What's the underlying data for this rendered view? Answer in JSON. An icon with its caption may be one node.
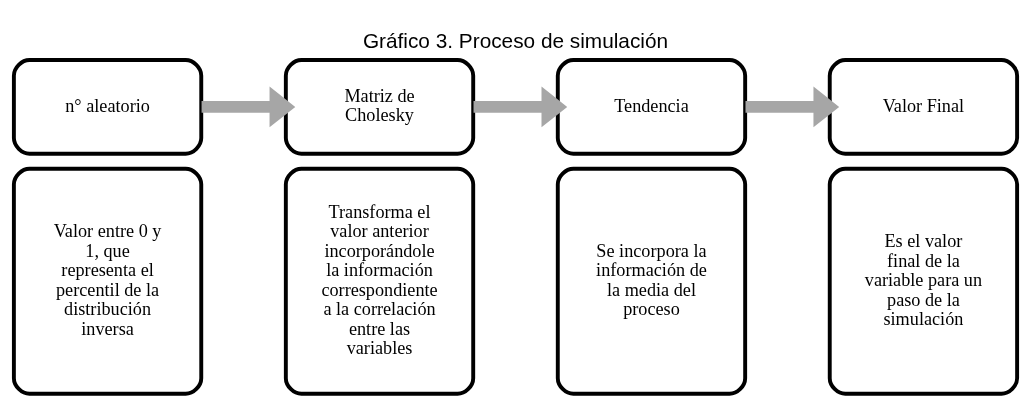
{
  "diagram": {
    "title": "Gráfico 3. Proceso de simulación",
    "nodes": [
      {
        "text": [
          "n° aleatorio"
        ]
      },
      {
        "text": [
          "Valor entre 0 y 1, que representa el percentil de la distribución inversa"
        ]
      },
      {
        "text": [
          "Matriz de Cholesky"
        ]
      },
      {
        "text": [
          "Transforma el valor anterior incorporándole la información correspondiente a la correlación entre las variables"
        ]
      },
      {
        "text": [
          "Tendencia"
        ]
      },
      {
        "text": [
          "Se incorpora la información de la media del proceso"
        ]
      },
      {
        "text": [
          "Valor Final"
        ]
      },
      {
        "text": [
          "Es el valor final de la variable para un paso de la simulación"
        ]
      }
    ],
    "edges": [
      {
        "from": 0,
        "to": 2,
        "arrow": "to"
      },
      {
        "from": 2,
        "to": 4,
        "arrow": "to"
      },
      {
        "from": 4,
        "to": 6,
        "arrow": "to"
      }
    ]
  }
}
